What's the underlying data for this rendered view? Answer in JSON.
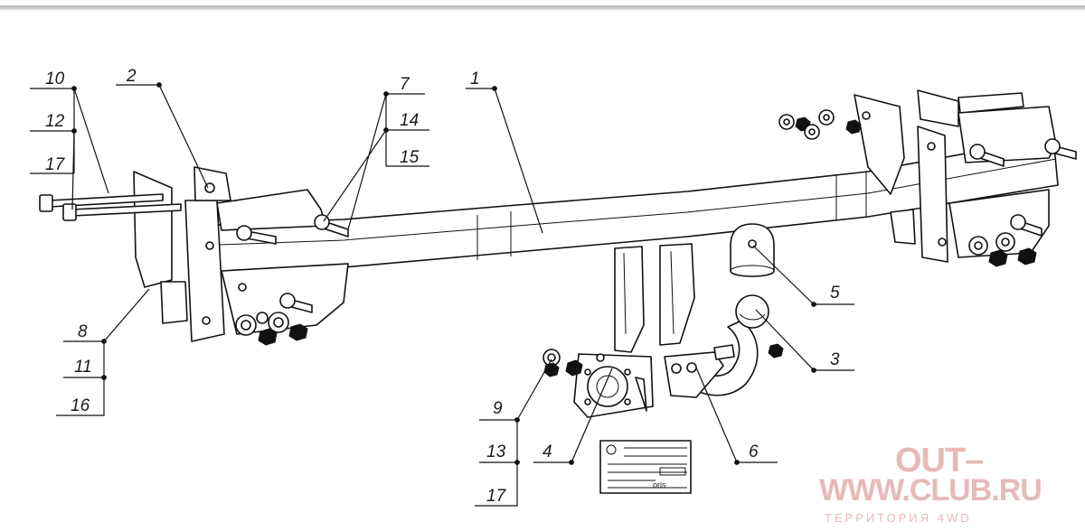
{
  "diagram": {
    "callouts": {
      "c1": "1",
      "c2": "2",
      "c3": "3",
      "c4": "4",
      "c5": "5",
      "c6": "6",
      "c7": "7",
      "c8": "8",
      "c9": "9",
      "c10": "10",
      "c11": "11",
      "c12": "12",
      "c13": "13",
      "c14": "14",
      "c15": "15",
      "c16": "16",
      "c17a": "17",
      "c17b": "17"
    },
    "plate_brand": "oris"
  },
  "watermark": {
    "line1": "OUT–",
    "line2": "WWW.CLUB.RU",
    "line3": "ТЕРРИТОРИЯ 4WD"
  }
}
